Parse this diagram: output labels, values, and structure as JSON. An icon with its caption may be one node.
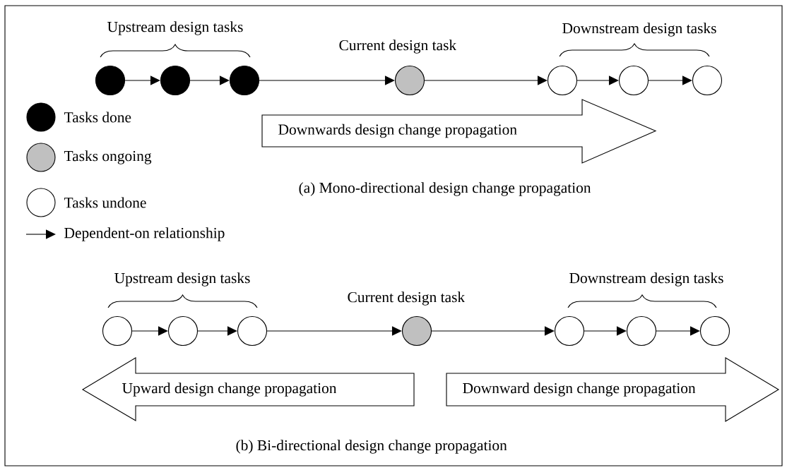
{
  "diagram": {
    "nodes": [
      {
        "text": [],
        "shape": "circle"
      },
      {
        "text": [],
        "shape": "circle"
      },
      {
        "text": [],
        "shape": "circle"
      },
      {
        "text": [],
        "shape": "circle"
      },
      {
        "text": [],
        "shape": "circle"
      },
      {
        "text": [],
        "shape": "circle"
      },
      {
        "text": [],
        "shape": "circle"
      },
      {
        "text": [
          "Downwards design change propagation"
        ]
      },
      {
        "text": [],
        "shape": "circle"
      },
      {
        "text": [],
        "shape": "circle"
      },
      {
        "text": [],
        "shape": "circle"
      },
      {
        "text": [],
        "shape": "circle"
      },
      {
        "text": [],
        "shape": "circle"
      },
      {
        "text": [],
        "shape": "circle"
      },
      {
        "text": [],
        "shape": "circle"
      },
      {
        "text": [
          "Upward design change propagation"
        ]
      },
      {
        "text": [
          "Downward design change propagation"
        ]
      }
    ],
    "edges": [
      {
        "from": 0,
        "to": 1,
        "arrow": "to"
      },
      {
        "from": 1,
        "to": 2,
        "arrow": "to"
      },
      {
        "from": 2,
        "to": 3,
        "arrow": "to"
      },
      {
        "from": 3,
        "to": 4,
        "arrow": "to"
      },
      {
        "from": 4,
        "to": 5,
        "arrow": "to"
      },
      {
        "from": 5,
        "to": 6,
        "arrow": "to"
      },
      {
        "from": 8,
        "to": 9,
        "arrow": "to"
      },
      {
        "from": 9,
        "to": 10,
        "arrow": "to"
      },
      {
        "from": 10,
        "to": 11,
        "arrow": "to"
      },
      {
        "from": 11,
        "to": 12,
        "arrow": "to"
      },
      {
        "from": 12,
        "to": 13,
        "arrow": "to"
      },
      {
        "from": 13,
        "to": 14,
        "arrow": "to"
      }
    ],
    "labels": [
      "Upstream design tasks",
      "Current design task",
      "Downstream design tasks",
      "(a) Mono-directional design change propagation",
      "Upstream design tasks",
      "Current design task",
      "Downstream design tasks",
      "(b) Bi-directional design change propagation"
    ],
    "legend": [
      {
        "text": "Tasks done",
        "color": "#000000"
      },
      {
        "text": "Tasks ongoing",
        "color": "#c0c0c0"
      },
      {
        "text": "Tasks undone"
      },
      {
        "text": "Dependent-on relationship"
      }
    ]
  }
}
